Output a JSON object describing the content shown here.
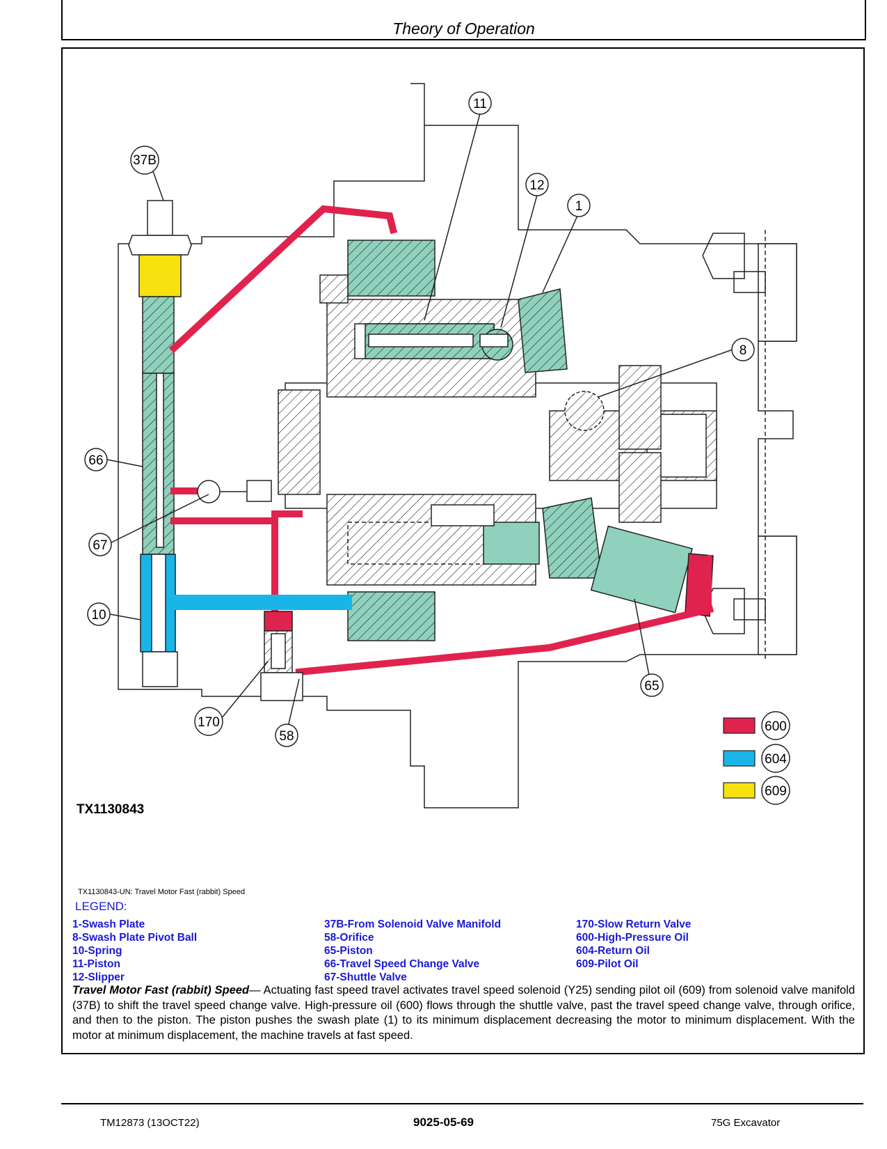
{
  "header": {
    "title": "Theory of Operation"
  },
  "figure": {
    "image_id": "TX1130843",
    "callouts": [
      "11",
      "37B",
      "12",
      "1",
      "8",
      "66",
      "67",
      "10",
      "170",
      "58",
      "65"
    ],
    "legend_swatches": [
      {
        "code": "600",
        "color": "#e0234e"
      },
      {
        "code": "604",
        "color": "#19b5e8"
      },
      {
        "code": "609",
        "color": "#f7e10f"
      }
    ],
    "colors": {
      "pressure": "#e0234e",
      "return": "#19b5e8",
      "pilot": "#f7e10f",
      "part": "#8fd1bd"
    }
  },
  "caption": "TX1130843-UN: Travel Motor Fast (rabbit) Speed",
  "legend": {
    "heading": "LEGEND:",
    "col1": [
      "1-Swash Plate",
      "8-Swash Plate Pivot Ball",
      "10-Spring",
      "11-Piston",
      "12-Slipper"
    ],
    "col2": [
      "37B-From Solenoid Valve Manifold",
      "58-Orifice",
      "65-Piston",
      "66-Travel Speed Change Valve",
      "67-Shuttle Valve"
    ],
    "col3": [
      "170-Slow Return Valve",
      "600-High-Pressure Oil",
      "604-Return Oil",
      "609-Pilot Oil"
    ]
  },
  "description": {
    "term": "Travel Motor Fast (rabbit) Speed",
    "text": "— Actuating fast speed travel activates travel speed solenoid (Y25) sending pilot oil (609) from solenoid valve manifold (37B) to shift the travel speed change valve. High-pressure oil (600) flows through the shuttle valve, past the travel speed change valve, through orifice, and then to the piston. The piston pushes the swash plate (1) to its minimum displacement decreasing the motor to minimum displacement. With the motor at minimum displacement, the machine travels at fast speed."
  },
  "footer": {
    "left": "TM12873 (13OCT22)",
    "center": "9025-05-69",
    "right": "75G Excavator"
  }
}
